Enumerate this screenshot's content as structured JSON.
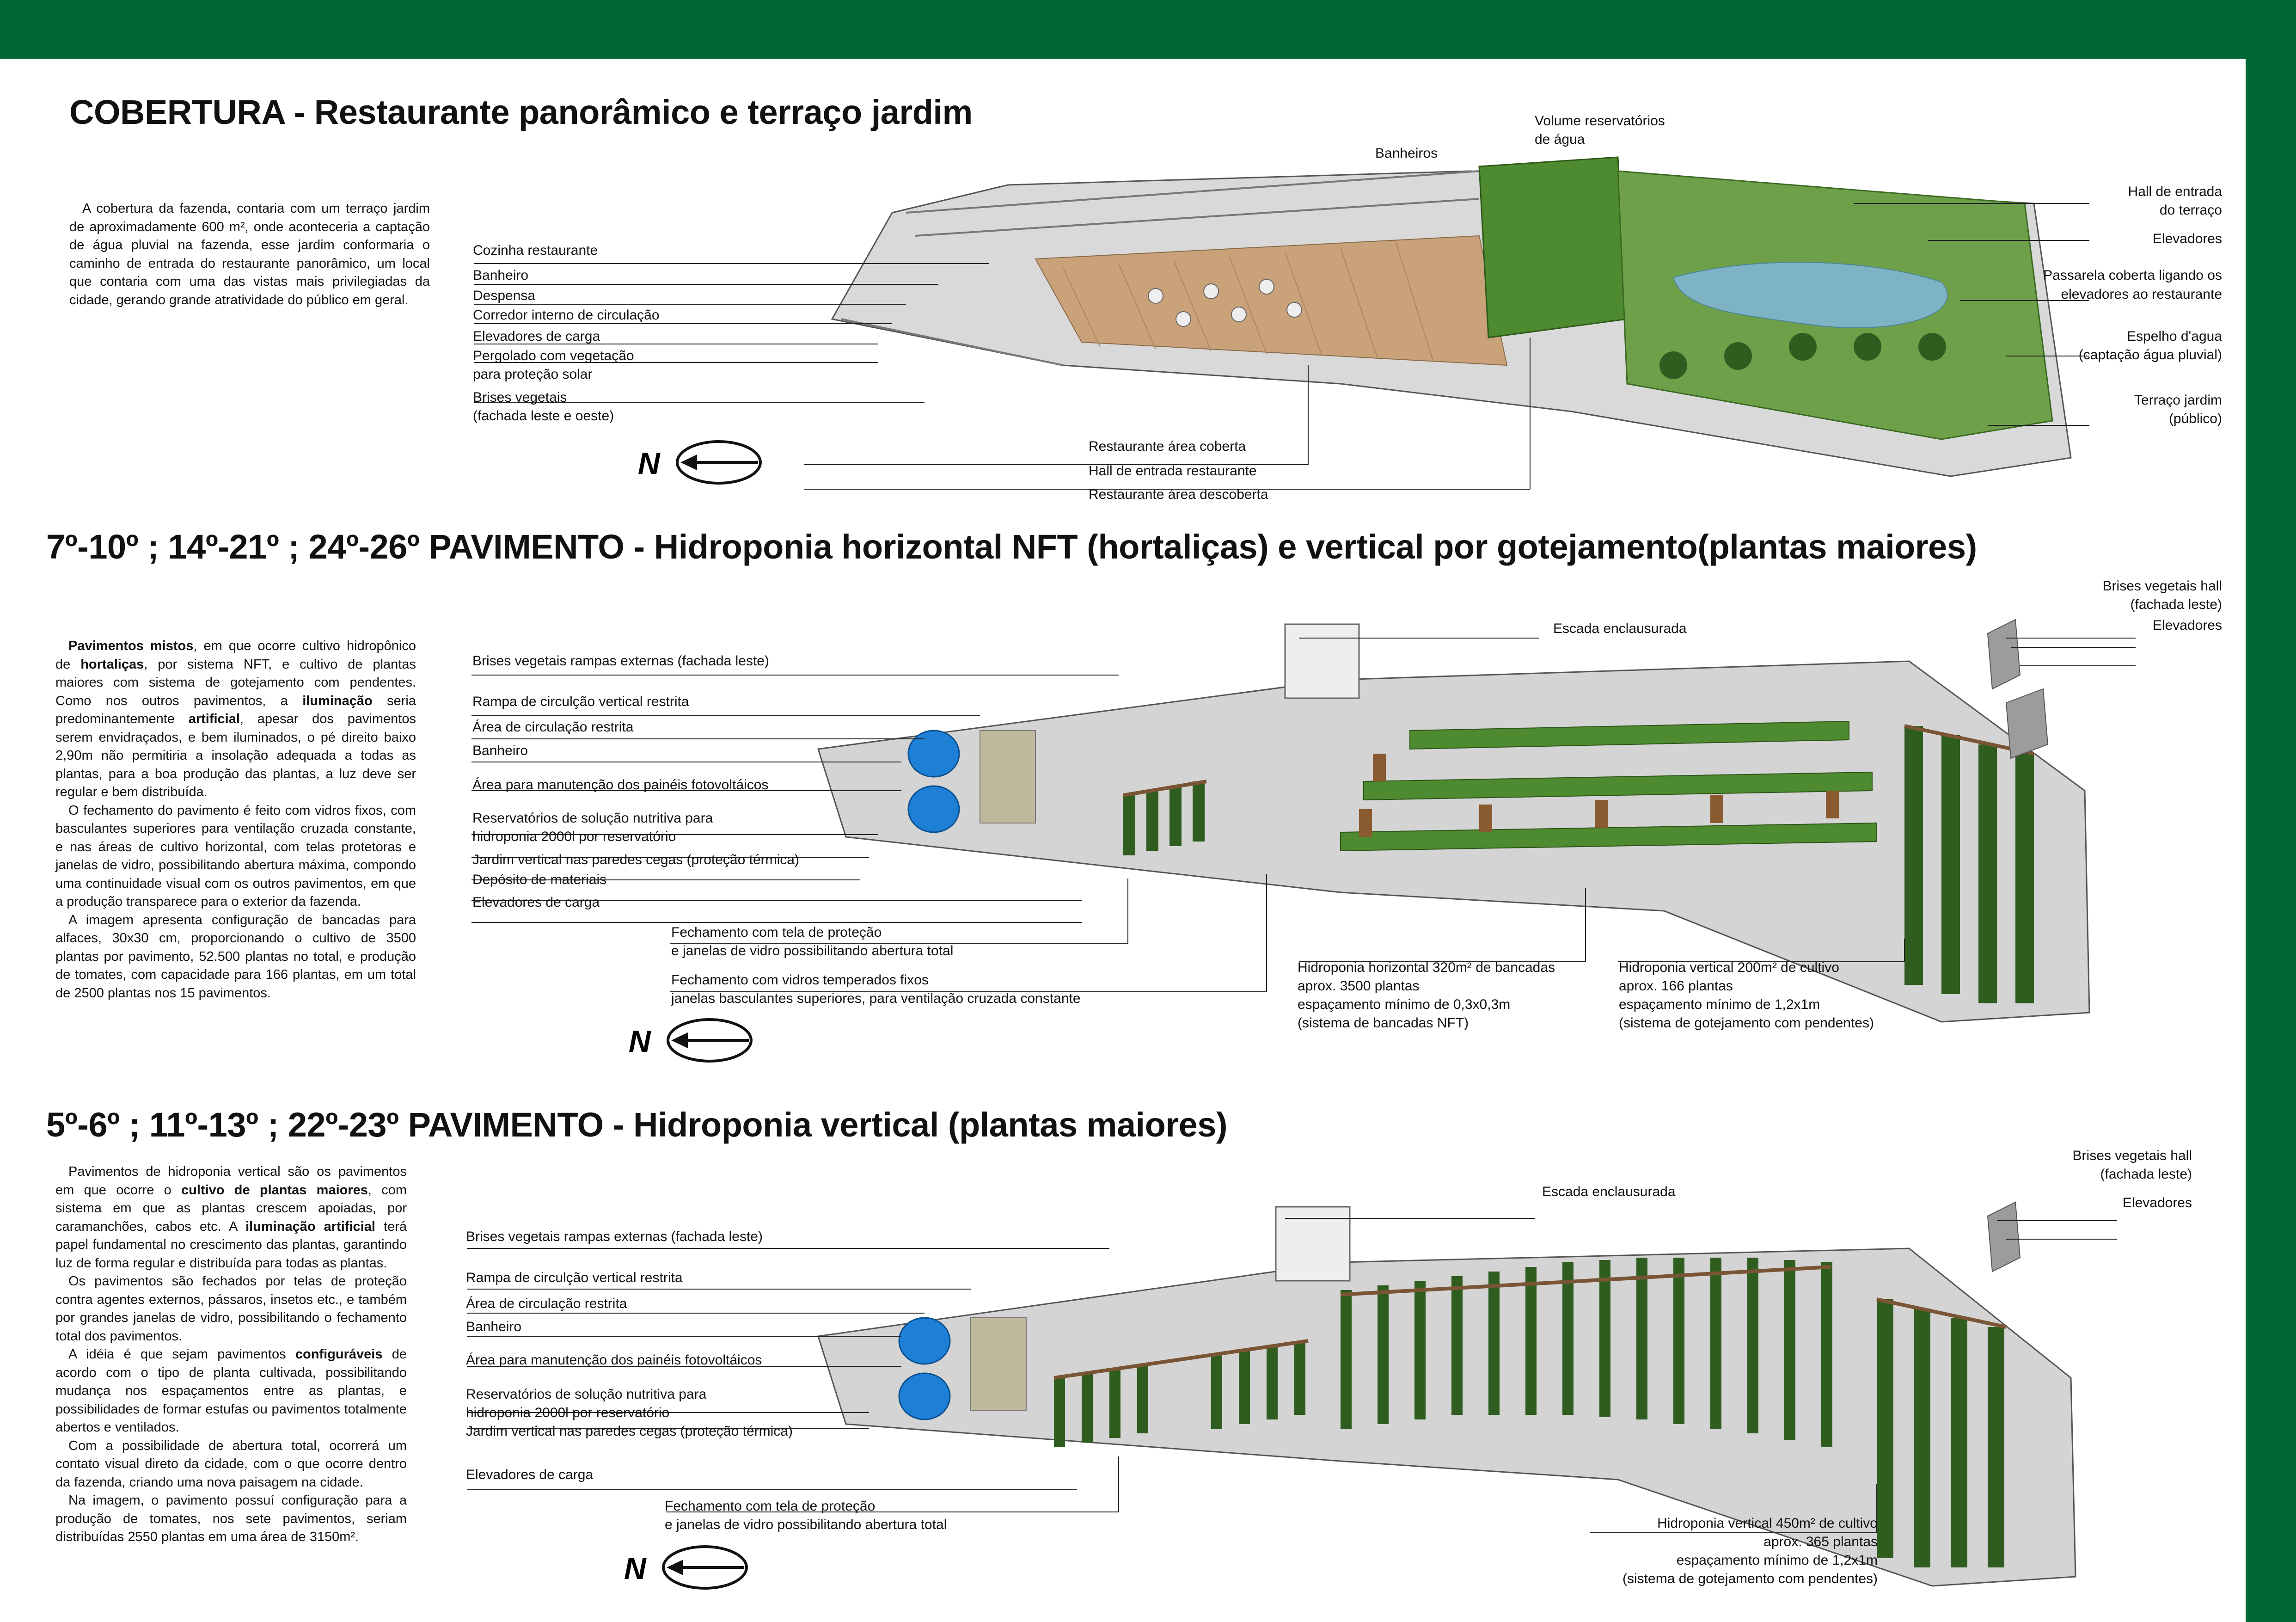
{
  "colors": {
    "brand_green": "#006837",
    "plant": "#4e8a2f",
    "water": "#7db3c5",
    "tank": "#1e7fd6",
    "deck": "#c9a27a"
  },
  "icons": {
    "north": "north-arrow-icon"
  },
  "north_label": "N",
  "section1": {
    "title": "COBERTURA - Restaurante panorâmico e terraço jardim",
    "paragraphs": [
      "A cobertura da fazenda, contaria com um terraço jardim de aproximadamente 600 m², onde aconteceria a captação de água pluvial na fazenda, esse jardim conformaria o caminho de entrada do restaurante panorâmico, um local que contaria com uma das vistas mais privilegiadas da cidade, gerando grande atratividade do público em geral."
    ],
    "left_labels": [
      "Cozinha restaurante",
      "Banheiro",
      "Despensa",
      "Corredor interno de circulação",
      "Elevadores de carga",
      "Pergolado com vegetação",
      "para proteção solar",
      "Brises vegetais",
      "(fachada leste e oeste)"
    ],
    "top_labels": [
      "Banheiros",
      "Volume reservatórios",
      "de água"
    ],
    "bottom_labels": [
      "Restaurante área coberta",
      "Hall de entrada restaurante",
      "Restaurante área descoberta"
    ],
    "right_labels": [
      "Hall de entrada",
      "do terraço",
      "Elevadores",
      "Passarela coberta ligando os",
      "elevadores ao restaurante",
      "Espelho d'agua",
      "(captação água pluvial)",
      "Terraço jardim",
      "(público)"
    ]
  },
  "section2": {
    "title": "7º-10º ; 14º-21º ; 24º-26º PAVIMENTO - Hidroponia horizontal NFT (hortaliças) e vertical por gotejamento(plantas maiores)",
    "p1": {
      "a": "Pavimentos mistos",
      "b": ", em que ocorre cultivo hidropônico de ",
      "c": "hortaliças",
      "d": ", por sistema NFT, e cultivo de plantas maiores com sistema de gotejamento com pendentes. Como nos outros pavimentos, a ",
      "e": "iluminação",
      "f": " seria predominantemente ",
      "g": "artificial",
      "h": ", apesar dos pavimentos serem envidraçados, e bem iluminados, o pé direito baixo 2,90m não permitiria a insolação adequada a todas as plantas, para a boa produção das plantas, a luz deve ser regular e bem distribuída."
    },
    "p2": "O fechamento do pavimento é feito com vidros fixos, com basculantes superiores para ventilação cruzada constante, e nas áreas de cultivo horizontal, com telas protetoras e janelas de vidro, possibilitando abertura máxima, compondo uma continuidade visual com os outros pavimentos, em que a produção transparece para o exterior da fazenda.",
    "p3": "A imagem apresenta configuração de bancadas para alfaces, 30x30 cm, proporcionando o cultivo de 3500 plantas por pavimento, 52.500 plantas no total, e produção de tomates, com capacidade para 166 plantas, em um total de 2500 plantas nos 15 pavimentos.",
    "left_labels": [
      "Brises vegetais rampas externas (fachada leste)",
      "Rampa de circulção vertical restrita",
      "Área de circulação restrita",
      "Banheiro",
      "Área para manutenção dos painéis fotovoltáicos",
      "Reservatórios de solução nutritiva para",
      "hidroponia 2000l por reservatório",
      "Jardim vertical nas paredes cegas (proteção térmica)",
      "Depósito de materiais",
      "Elevadores de carga"
    ],
    "bottom_labels": [
      "Fechamento com tela de proteção",
      "e janelas de vidro possibilitando abertura total",
      "Fechamento com vidros temperados fixos",
      "janelas basculantes superiores, para ventilação cruzada constante"
    ],
    "nft_labels": [
      "Hidroponia horizontal 320m² de bancadas",
      "aprox. 3500 plantas",
      "espaçamento mínimo de 0,3x0,3m",
      "(sistema de bancadas NFT)"
    ],
    "vert_labels": [
      "Hidroponia vertical 200m² de cultivo",
      "aprox. 166 plantas",
      "espaçamento mínimo de 1,2x1m",
      "(sistema de gotejamento com pendentes)"
    ],
    "top_labels": [
      "Escada enclausurada"
    ],
    "right_labels": [
      "Brises vegetais hall",
      "(fachada leste)",
      "Elevadores"
    ]
  },
  "section3": {
    "title": "5º-6º ; 11º-13º ; 22º-23º PAVIMENTO - Hidroponia vertical (plantas maiores)",
    "p1": {
      "a": "Pavimentos de hidroponia vertical são os pavimentos em que ocorre o ",
      "b": "cultivo de plantas maiores",
      "c": ", com sistema em que as plantas crescem apoiadas, por caramanchões, cabos etc. A ",
      "d": "iluminação artificial",
      "e": " terá papel fundamental no crescimento das plantas, garantindo luz de forma regular e distribuída para todas as plantas."
    },
    "p2": "Os pavimentos são fechados por telas de proteção contra agentes externos, pássaros, insetos etc., e também por grandes janelas de vidro, possibilitando o fechamento total dos pavimentos.",
    "p3": {
      "a": "A idéia é que sejam pavimentos ",
      "b": "configuráveis",
      "c": " de acordo com o tipo de planta cultivada, possibilitando mudança nos espaçamentos entre as plantas, e possibilidades de formar estufas ou pavimentos totalmente abertos e ventilados."
    },
    "p4": "Com a possibilidade de abertura total, ocorrerá um contato visual direto da cidade, com o que ocorre dentro da fazenda, criando uma nova paisagem na cidade.",
    "p5": "Na imagem, o pavimento possuí configuração para a produção de tomates, nos sete pavimentos, seriam distribuídas 2550 plantas em uma área de 3150m².",
    "left_labels": [
      "Brises vegetais rampas externas (fachada leste)",
      "Rampa de circulção vertical restrita",
      "Área de circulação restrita",
      "Banheiro",
      "Área para manutenção dos painéis fotovoltáicos",
      "Reservatórios de solução nutritiva para",
      "hidroponia 2000l por reservatório",
      "Jardim vertical nas paredes cegas (proteção térmica)",
      "Elevadores de carga"
    ],
    "bottom_labels": [
      "Fechamento com tela de proteção",
      "e janelas de vidro possibilitando abertura total"
    ],
    "vert_labels": [
      "Hidroponia vertical 450m² de cultivo",
      "aprox. 365 plantas",
      "espaçamento mínimo de 1,2x1m",
      "(sistema de gotejamento com pendentes)"
    ],
    "top_labels": [
      "Escada enclausurada"
    ],
    "right_labels": [
      "Brises vegetais hall",
      "(fachada leste)",
      "Elevadores"
    ]
  }
}
